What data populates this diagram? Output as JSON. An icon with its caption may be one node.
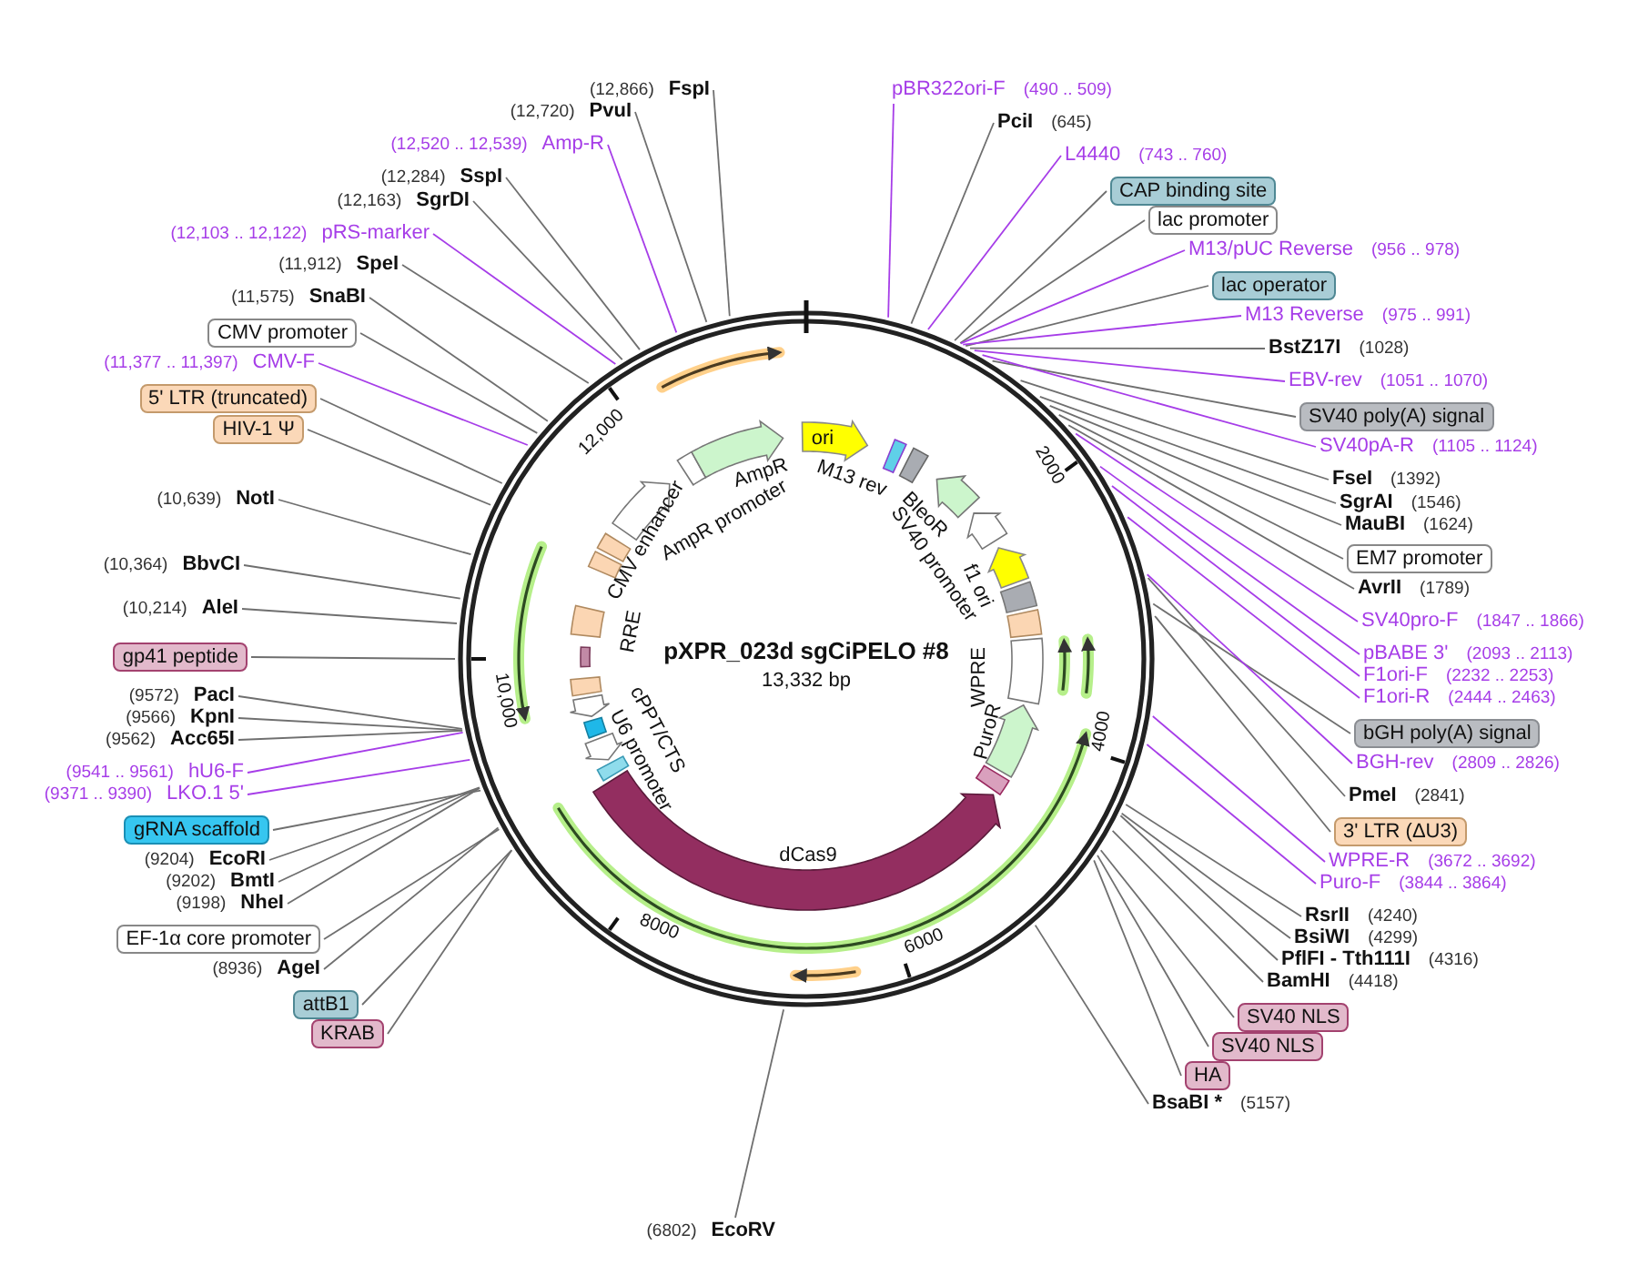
{
  "diagram": {
    "title": "pXPR_023d sgCiPELO #8",
    "nodes": [
      {
        "text": [
          "FspI"
        ],
        "beside": [
          "(12,866)"
        ]
      },
      {
        "text": [
          "PvuI"
        ],
        "beside": [
          "(12,720)"
        ]
      },
      {
        "text": [
          "Amp-R"
        ],
        "beside": [
          "(12,520 .. 12,539)"
        ]
      },
      {
        "text": [
          "SspI"
        ],
        "beside": [
          "(12,284)"
        ]
      },
      {
        "text": [
          "SgrDI"
        ],
        "beside": [
          "(12,163)"
        ]
      },
      {
        "text": [
          "pRS-marker"
        ],
        "beside": [
          "(12,103 .. 12,122)"
        ]
      },
      {
        "text": [
          "SpeI"
        ],
        "beside": [
          "(11,912)"
        ]
      },
      {
        "text": [
          "SnaBI"
        ],
        "beside": [
          "(11,575)"
        ]
      },
      {
        "text": [
          "CMV promoter"
        ]
      },
      {
        "text": [
          "CMV-F"
        ],
        "beside": [
          "(11,377 .. 11,397)"
        ]
      },
      {
        "text": [
          "5' LTR (truncated)"
        ]
      },
      {
        "text": [
          "HIV-1 Ψ"
        ]
      },
      {
        "text": [
          "NotI"
        ],
        "beside": [
          "(10,639)"
        ]
      },
      {
        "text": [
          "BbvCI"
        ],
        "beside": [
          "(10,364)"
        ]
      },
      {
        "text": [
          "AleI"
        ],
        "beside": [
          "(10,214)"
        ]
      },
      {
        "text": [
          "gp41 peptide"
        ]
      },
      {
        "text": [
          "PacI"
        ],
        "beside": [
          "(9572)"
        ]
      },
      {
        "text": [
          "KpnI"
        ],
        "beside": [
          "(9566)"
        ]
      },
      {
        "text": [
          "Acc65I"
        ],
        "beside": [
          "(9562)"
        ]
      },
      {
        "text": [
          "hU6-F"
        ],
        "beside": [
          "(9541 .. 9561)"
        ]
      },
      {
        "text": [
          "LKO.1 5'"
        ],
        "beside": [
          "(9371 .. 9390)"
        ]
      },
      {
        "text": [
          "gRNA scaffold"
        ]
      },
      {
        "text": [
          "EcoRI"
        ],
        "beside": [
          "(9204)"
        ]
      },
      {
        "text": [
          "BmtI"
        ],
        "beside": [
          "(9202)"
        ]
      },
      {
        "text": [
          "NheI"
        ],
        "beside": [
          "(9198)"
        ]
      },
      {
        "text": [
          "EF-1α core promoter"
        ]
      },
      {
        "text": [
          "AgeI"
        ],
        "beside": [
          "(8936)"
        ]
      },
      {
        "text": [
          "attB1"
        ]
      },
      {
        "text": [
          "KRAB"
        ]
      },
      {
        "text": [
          "EcoRV"
        ],
        "beside": [
          "(6802)"
        ]
      },
      {
        "text": [
          "pBR322ori-F"
        ],
        "beside": [
          "(490 .. 509)"
        ]
      },
      {
        "text": [
          "PciI"
        ],
        "beside": [
          "(645)"
        ]
      },
      {
        "text": [
          "L4440"
        ],
        "beside": [
          "(743 .. 760)"
        ]
      },
      {
        "text": [
          "CAP binding site"
        ]
      },
      {
        "text": [
          "lac promoter"
        ]
      },
      {
        "text": [
          "M13/pUC Reverse"
        ],
        "beside": [
          "(956 .. 978)"
        ]
      },
      {
        "text": [
          "lac operator"
        ]
      },
      {
        "text": [
          "M13 Reverse"
        ],
        "beside": [
          "(975 .. 991)"
        ]
      },
      {
        "text": [
          "BstZ17I"
        ],
        "beside": [
          "(1028)"
        ]
      },
      {
        "text": [
          "EBV-rev"
        ],
        "beside": [
          "(1051 .. 1070)"
        ]
      },
      {
        "text": [
          "SV40 poly(A) signal"
        ]
      },
      {
        "text": [
          "SV40pA-R"
        ],
        "beside": [
          "(1105 .. 1124)"
        ]
      },
      {
        "text": [
          "FseI"
        ],
        "beside": [
          "(1392)"
        ]
      },
      {
        "text": [
          "SgrAI"
        ],
        "beside": [
          "(1546)"
        ]
      },
      {
        "text": [
          "MauBI"
        ],
        "beside": [
          "(1624)"
        ]
      },
      {
        "text": [
          "EM7 promoter"
        ]
      },
      {
        "text": [
          "AvrII"
        ],
        "beside": [
          "(1789)"
        ]
      },
      {
        "text": [
          "SV40pro-F"
        ],
        "beside": [
          "(1847 .. 1866)"
        ]
      },
      {
        "text": [
          "pBABE 3'"
        ],
        "beside": [
          "(2093 .. 2113)"
        ]
      },
      {
        "text": [
          "F1ori-F"
        ],
        "beside": [
          "(2232 .. 2253)"
        ]
      },
      {
        "text": [
          "F1ori-R"
        ],
        "beside": [
          "(2444 .. 2463)"
        ]
      },
      {
        "text": [
          "bGH poly(A) signal"
        ]
      },
      {
        "text": [
          "BGH-rev"
        ],
        "beside": [
          "(2809 .. 2826)"
        ]
      },
      {
        "text": [
          "PmeI"
        ],
        "beside": [
          "(2841)"
        ]
      },
      {
        "text": [
          "3' LTR (ΔU3)"
        ]
      },
      {
        "text": [
          "WPRE-R"
        ],
        "beside": [
          "(3672 .. 3692)"
        ]
      },
      {
        "text": [
          "Puro-F"
        ],
        "beside": [
          "(3844 .. 3864)"
        ]
      },
      {
        "text": [
          "RsrII"
        ],
        "beside": [
          "(4240)"
        ]
      },
      {
        "text": [
          "BsiWI"
        ],
        "beside": [
          "(4299)"
        ]
      },
      {
        "text": [
          "PflFI - Tth111I"
        ],
        "beside": [
          "(4316)"
        ]
      },
      {
        "text": [
          "BamHI"
        ],
        "beside": [
          "(4418)"
        ]
      },
      {
        "text": [
          "SV40 NLS"
        ]
      },
      {
        "text": [
          "SV40 NLS"
        ]
      },
      {
        "text": [
          "HA"
        ]
      },
      {
        "text": [
          "BsaBI *"
        ],
        "beside": [
          "(5157)"
        ]
      }
    ],
    "edges": [
      {
        "from": 0,
        "to": null,
        "arrow": "none"
      },
      {
        "from": 1,
        "to": null,
        "arrow": "none"
      },
      {
        "from": 2,
        "to": null,
        "arrow": "none",
        "color": "#a63de8"
      },
      {
        "from": 3,
        "to": null,
        "arrow": "none"
      },
      {
        "from": 4,
        "to": null,
        "arrow": "none"
      },
      {
        "from": 5,
        "to": null,
        "arrow": "none",
        "color": "#a63de8"
      },
      {
        "from": 6,
        "to": null,
        "arrow": "none"
      },
      {
        "from": 7,
        "to": null,
        "arrow": "none"
      },
      {
        "from": 8,
        "to": null,
        "arrow": "none"
      },
      {
        "from": 9,
        "to": null,
        "arrow": "none",
        "color": "#a63de8"
      },
      {
        "from": 10,
        "to": null,
        "arrow": "none"
      },
      {
        "from": 11,
        "to": null,
        "arrow": "none"
      },
      {
        "from": 12,
        "to": null,
        "arrow": "none"
      },
      {
        "from": 13,
        "to": null,
        "arrow": "none"
      },
      {
        "from": 14,
        "to": null,
        "arrow": "none"
      },
      {
        "from": 15,
        "to": null,
        "arrow": "none"
      },
      {
        "from": 16,
        "to": null,
        "arrow": "none"
      },
      {
        "from": 17,
        "to": null,
        "arrow": "none"
      },
      {
        "from": 18,
        "to": null,
        "arrow": "none"
      },
      {
        "from": 19,
        "to": null,
        "arrow": "none",
        "color": "#a63de8"
      },
      {
        "from": 20,
        "to": null,
        "arrow": "none",
        "color": "#a63de8"
      },
      {
        "from": 21,
        "to": null,
        "arrow": "none"
      },
      {
        "from": 22,
        "to": null,
        "arrow": "none"
      },
      {
        "from": 23,
        "to": null,
        "arrow": "none"
      },
      {
        "from": 24,
        "to": null,
        "arrow": "none"
      },
      {
        "from": 25,
        "to": null,
        "arrow": "none"
      },
      {
        "from": 26,
        "to": null,
        "arrow": "none"
      },
      {
        "from": 27,
        "to": null,
        "arrow": "none"
      },
      {
        "from": 28,
        "to": null,
        "arrow": "none"
      },
      {
        "from": 29,
        "to": null,
        "arrow": "none"
      },
      {
        "from": 30,
        "to": null,
        "arrow": "none",
        "color": "#a63de8"
      },
      {
        "from": 31,
        "to": null,
        "arrow": "none"
      },
      {
        "from": 32,
        "to": null,
        "arrow": "none",
        "color": "#a63de8"
      },
      {
        "from": 33,
        "to": null,
        "arrow": "none"
      },
      {
        "from": 34,
        "to": null,
        "arrow": "none"
      },
      {
        "from": 35,
        "to": null,
        "arrow": "none",
        "color": "#a63de8"
      },
      {
        "from": 36,
        "to": null,
        "arrow": "none"
      },
      {
        "from": 37,
        "to": null,
        "arrow": "none",
        "color": "#a63de8"
      },
      {
        "from": 38,
        "to": null,
        "arrow": "none"
      },
      {
        "from": 39,
        "to": null,
        "arrow": "none",
        "color": "#a63de8"
      },
      {
        "from": 40,
        "to": null,
        "arrow": "none"
      },
      {
        "from": 41,
        "to": null,
        "arrow": "none",
        "color": "#a63de8"
      },
      {
        "from": 42,
        "to": null,
        "arrow": "none"
      },
      {
        "from": 43,
        "to": null,
        "arrow": "none"
      },
      {
        "from": 44,
        "to": null,
        "arrow": "none"
      },
      {
        "from": 45,
        "to": null,
        "arrow": "none"
      },
      {
        "from": 46,
        "to": null,
        "arrow": "none"
      },
      {
        "from": 47,
        "to": null,
        "arrow": "none",
        "color": "#a63de8"
      },
      {
        "from": 48,
        "to": null,
        "arrow": "none",
        "color": "#a63de8"
      },
      {
        "from": 49,
        "to": null,
        "arrow": "none",
        "color": "#a63de8"
      },
      {
        "from": 50,
        "to": null,
        "arrow": "none",
        "color": "#a63de8"
      },
      {
        "from": 51,
        "to": null,
        "arrow": "none"
      },
      {
        "from": 52,
        "to": null,
        "arrow": "none",
        "color": "#a63de8"
      },
      {
        "from": 53,
        "to": null,
        "arrow": "none"
      },
      {
        "from": 54,
        "to": null,
        "arrow": "none"
      },
      {
        "from": 55,
        "to": null,
        "arrow": "none",
        "color": "#a63de8"
      },
      {
        "from": 56,
        "to": null,
        "arrow": "none",
        "color": "#a63de8"
      },
      {
        "from": 57,
        "to": null,
        "arrow": "none"
      },
      {
        "from": 58,
        "to": null,
        "arrow": "none"
      },
      {
        "from": 59,
        "to": null,
        "arrow": "none"
      },
      {
        "from": 60,
        "to": null,
        "arrow": "none"
      },
      {
        "from": 61,
        "to": null,
        "arrow": "none"
      },
      {
        "from": 62,
        "to": null,
        "arrow": "none"
      },
      {
        "from": 63,
        "to": null,
        "arrow": "none"
      },
      {
        "from": 64,
        "to": null,
        "arrow": "none"
      }
    ],
    "labels": [
      "12,000",
      "2000",
      "4000",
      "6000",
      "8000",
      "10,000",
      "AmpR",
      "AmpR promoter",
      "CMV enhancer",
      "RRE",
      "cPPT/CTS",
      "U6 promoter",
      "dCas9",
      "PuroR",
      "WPRE",
      "SV40 promoter",
      "f1 ori",
      "BleoR",
      "M13 rev",
      "ori",
      "13,332 bp"
    ]
  }
}
